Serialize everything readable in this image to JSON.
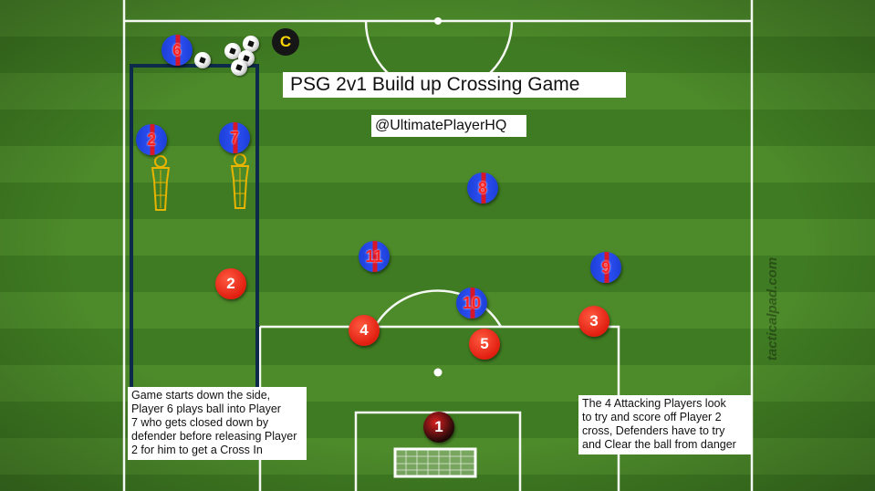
{
  "title": "PSG 2v1 Build up Crossing Game",
  "handle": "@UltimatePlayerHQ",
  "note_left": [
    "Game starts down the side,",
    "Player 6 plays ball into Player",
    "7 who gets closed down by",
    "defender before releasing Player",
    "2 for him to get a Cross In"
  ],
  "note_right": [
    "The 4 Attacking Players look",
    "to try and score off Player 2",
    "cross, Defenders have to try",
    "and Clear the ball from danger"
  ],
  "coach_label": "C",
  "watermark": "tacticalpad.com",
  "attackers": [
    {
      "number": "6"
    },
    {
      "number": "2"
    },
    {
      "number": "7"
    },
    {
      "number": "8"
    },
    {
      "number": "11"
    },
    {
      "number": "9"
    },
    {
      "number": "10"
    }
  ],
  "defenders": [
    {
      "number": "2"
    },
    {
      "number": "4"
    },
    {
      "number": "5"
    },
    {
      "number": "3"
    }
  ],
  "goalkeeper": {
    "number": "1"
  },
  "colors": {
    "pitch_light": "#4f8a2b",
    "pitch_dark": "#3f7a22",
    "channel_border": "#0d2a4a",
    "attacker": "#2a4ef0",
    "defender": "#e01e10",
    "dummy": "#e8b400"
  }
}
